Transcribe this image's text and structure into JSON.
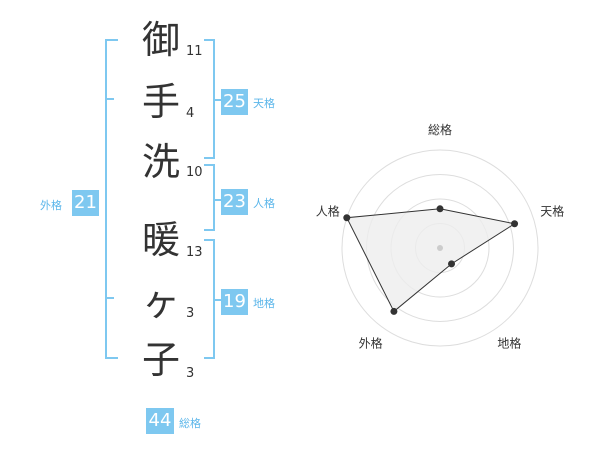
{
  "name_chars": [
    {
      "char": "御",
      "strokes": "11"
    },
    {
      "char": "手",
      "strokes": "4"
    },
    {
      "char": "洗",
      "strokes": "10"
    },
    {
      "char": "暖",
      "strokes": "13"
    },
    {
      "char": "ヶ",
      "strokes": "3"
    },
    {
      "char": "子",
      "strokes": "3"
    }
  ],
  "kakusu": {
    "tenkaku": {
      "value": "25",
      "label": "天格"
    },
    "jinkaku": {
      "value": "23",
      "label": "人格"
    },
    "chikaku": {
      "value": "19",
      "label": "地格"
    },
    "gaikaku": {
      "value": "21",
      "label": "外格"
    },
    "soukaku": {
      "value": "44",
      "label": "総格"
    }
  },
  "colors": {
    "accent": "#7ec8f0",
    "label": "#5bb6ea",
    "line": "#333333",
    "fill": "#eeeeee",
    "grid": "#dddddd"
  },
  "chart_data": {
    "type": "radar",
    "axes": [
      "総格",
      "天格",
      "地格",
      "外格",
      "人格"
    ],
    "values": [
      0.4,
      0.8,
      0.2,
      0.8,
      1.0
    ],
    "range": [
      0,
      1
    ],
    "rings": 4
  }
}
